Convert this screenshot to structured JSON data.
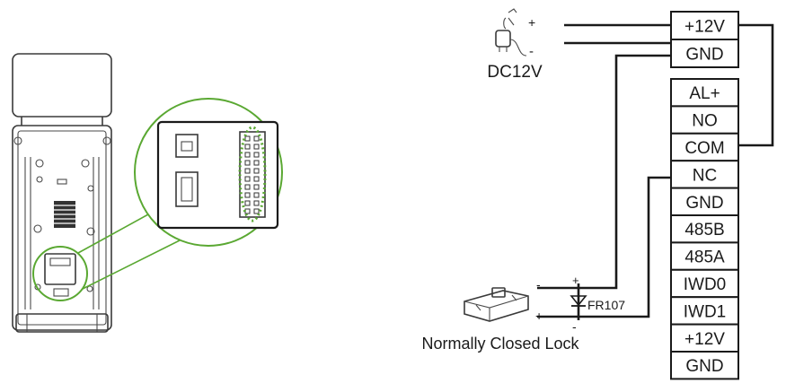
{
  "terminals_top": [
    "+12V",
    "GND"
  ],
  "terminals_main": [
    "AL+",
    "NO",
    "COM",
    "NC",
    "GND",
    "485B",
    "485A",
    "IWD0",
    "IWD1",
    "+12V",
    "GND"
  ],
  "power": {
    "label": "DC12V",
    "plus": "+",
    "minus": "-",
    "icon": "power-adapter-icon"
  },
  "lock": {
    "label": "Normally Closed Lock",
    "minus": "-",
    "plus": "+",
    "diode_label": "FR107",
    "diode_plus": "+",
    "diode_minus": "-",
    "icon": "lock-icon"
  },
  "colors": {
    "highlight": "#5aa832",
    "line": "#1a1a1a"
  }
}
